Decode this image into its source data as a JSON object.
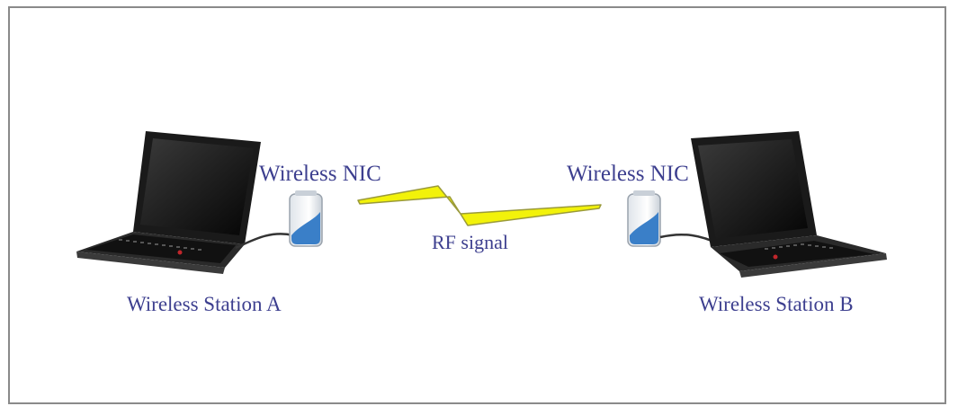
{
  "diagram": {
    "nic_a_label": "Wireless NIC",
    "nic_b_label": "Wireless NIC",
    "rf_label": "RF signal",
    "station_a_label": "Wireless Station A",
    "station_b_label": "Wireless Station B"
  },
  "colors": {
    "label_text": "#3d3f8f",
    "signal_fill": "#f2f20a",
    "signal_stroke": "#9a9a3a",
    "frame_border": "#8a8a8a",
    "nic_accent": "#3a7fc8"
  },
  "icons": {
    "laptop": "laptop-icon",
    "nic": "wireless-nic-icon",
    "signal": "lightning-bolt-icon"
  }
}
